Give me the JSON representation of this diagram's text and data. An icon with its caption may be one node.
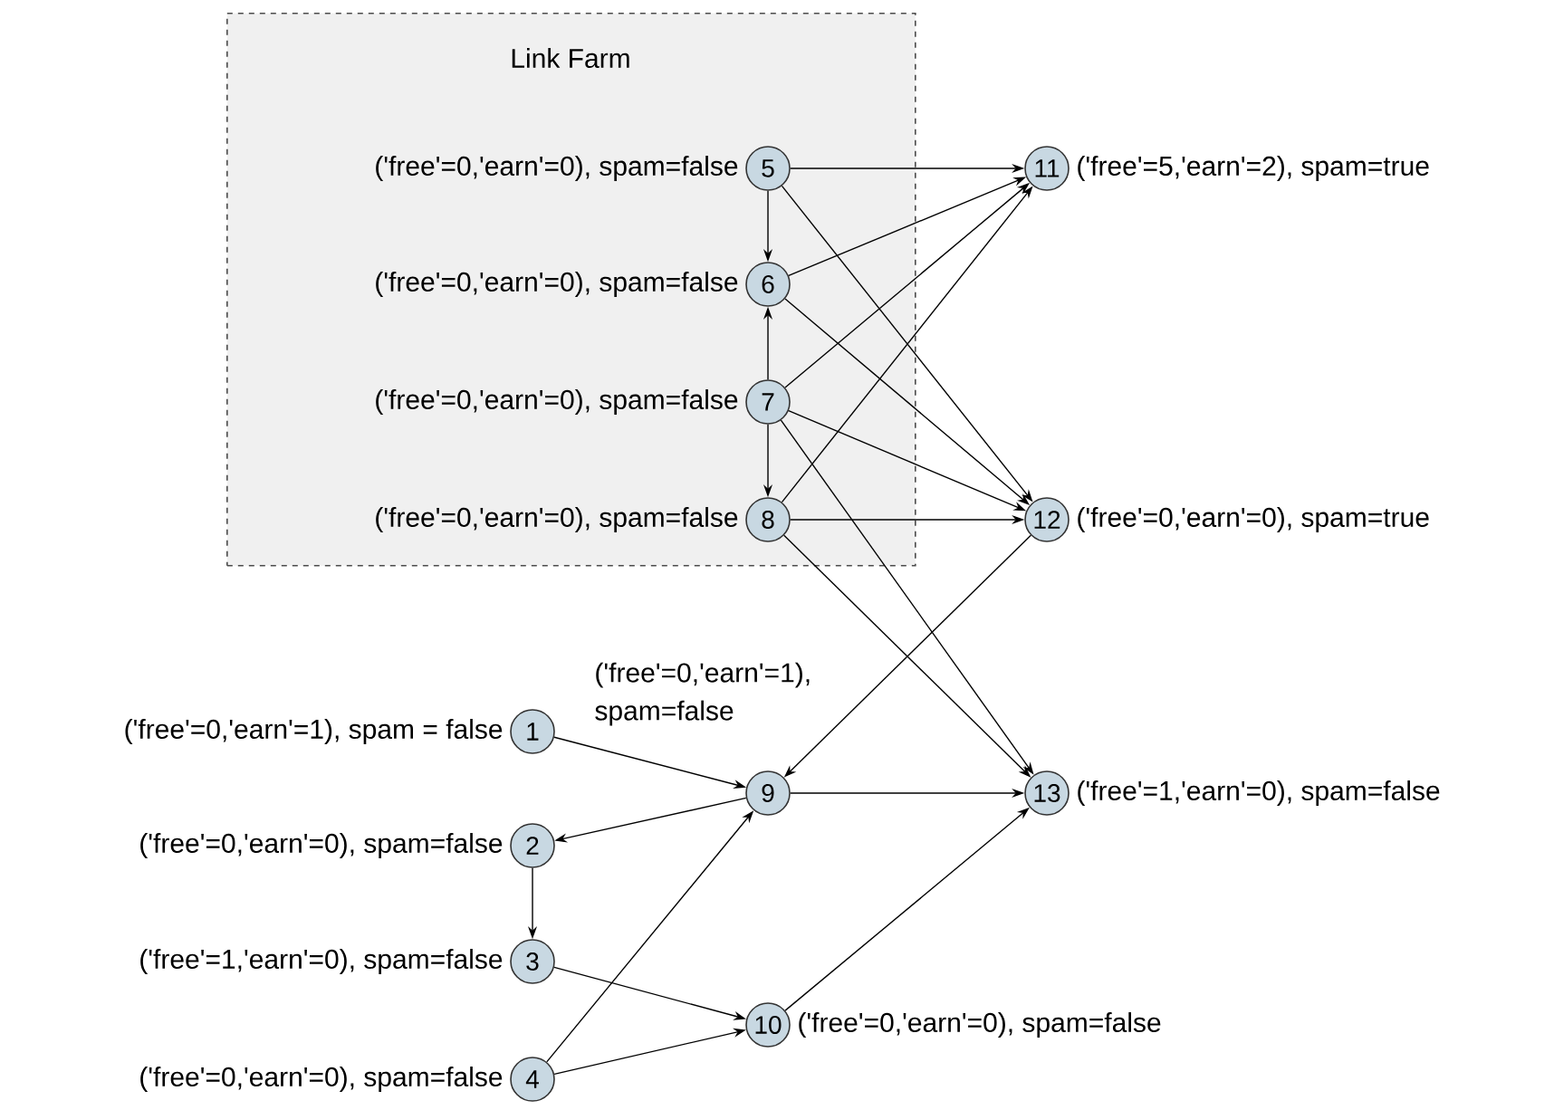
{
  "diagram": {
    "nodes": [
      {
        "text": [
          "Link Farm"
        ]
      },
      {
        "text": [
          "1"
        ],
        "beside": [
          "('free'=0,'earn'=1), spam = false"
        ]
      },
      {
        "text": [
          "2"
        ],
        "beside": [
          "('free'=0,'earn'=0), spam=false"
        ]
      },
      {
        "text": [
          "3"
        ],
        "beside": [
          "('free'=1,'earn'=0), spam=false"
        ]
      },
      {
        "text": [
          "4"
        ],
        "beside": [
          "('free'=0,'earn'=0), spam=false"
        ]
      },
      {
        "text": [
          "5"
        ],
        "in": 0,
        "beside": [
          "('free'=0,'earn'=0), spam=false"
        ]
      },
      {
        "text": [
          "6"
        ],
        "in": 0,
        "beside": [
          "('free'=0,'earn'=0), spam=false"
        ]
      },
      {
        "text": [
          "7"
        ],
        "in": 0,
        "beside": [
          "('free'=0,'earn'=0), spam=false"
        ]
      },
      {
        "text": [
          "8"
        ],
        "in": 0,
        "beside": [
          "('free'=0,'earn'=0), spam=false"
        ]
      },
      {
        "text": [
          "9"
        ],
        "beside": [
          "('free'=0,'earn'=1), spam=false"
        ]
      },
      {
        "text": [
          "10"
        ],
        "beside": [
          "('free'=0,'earn'=0), spam=false"
        ]
      },
      {
        "text": [
          "11"
        ],
        "beside": [
          "('free'=5,'earn'=2), spam=true"
        ]
      },
      {
        "text": [
          "12"
        ],
        "beside": [
          "('free'=0,'earn'=0), spam=true"
        ]
      },
      {
        "text": [
          "13"
        ],
        "beside": [
          "('free'=1,'earn'=0), spam=false"
        ]
      }
    ],
    "edges": [
      {
        "from": 5,
        "to": 11,
        "arrow": "to"
      },
      {
        "from": 5,
        "to": 6,
        "arrow": "to"
      },
      {
        "from": 5,
        "to": 12,
        "arrow": "to"
      },
      {
        "from": 6,
        "to": 11,
        "arrow": "to"
      },
      {
        "from": 6,
        "to": 12,
        "arrow": "to"
      },
      {
        "from": 7,
        "to": 6,
        "arrow": "to"
      },
      {
        "from": 7,
        "to": 8,
        "arrow": "to"
      },
      {
        "from": 7,
        "to": 11,
        "arrow": "to"
      },
      {
        "from": 7,
        "to": 12,
        "arrow": "to"
      },
      {
        "from": 7,
        "to": 13,
        "arrow": "to"
      },
      {
        "from": 8,
        "to": 11,
        "arrow": "to"
      },
      {
        "from": 8,
        "to": 12,
        "arrow": "to"
      },
      {
        "from": 8,
        "to": 13,
        "arrow": "to"
      },
      {
        "from": 12,
        "to": 9,
        "arrow": "to"
      },
      {
        "from": 1,
        "to": 9,
        "arrow": "to"
      },
      {
        "from": 9,
        "to": 2,
        "arrow": "to"
      },
      {
        "from": 9,
        "to": 13,
        "arrow": "to"
      },
      {
        "from": 2,
        "to": 3,
        "arrow": "to"
      },
      {
        "from": 3,
        "to": 10,
        "arrow": "to"
      },
      {
        "from": 4,
        "to": 9,
        "arrow": "to"
      },
      {
        "from": 4,
        "to": 10,
        "arrow": "to"
      },
      {
        "from": 10,
        "to": 13,
        "arrow": "to"
      }
    ]
  }
}
